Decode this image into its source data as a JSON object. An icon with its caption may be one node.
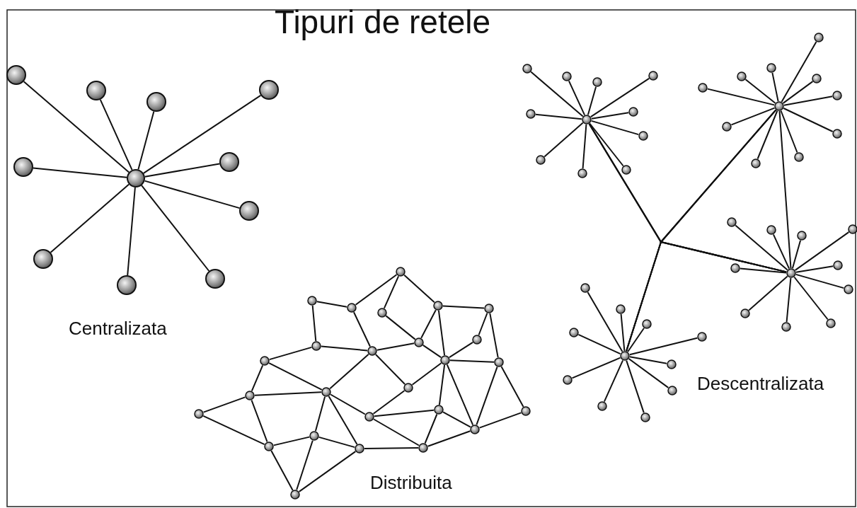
{
  "diagram": {
    "title": "Tipuri de retele",
    "nodes": [
      {
        "text": [],
        "shape": "circle"
      },
      {
        "text": [],
        "shape": "circle"
      },
      {
        "text": [],
        "shape": "circle"
      },
      {
        "text": [],
        "shape": "circle"
      },
      {
        "text": [],
        "shape": "circle"
      },
      {
        "text": [],
        "shape": "circle"
      },
      {
        "text": [],
        "shape": "circle"
      },
      {
        "text": [],
        "shape": "circle"
      },
      {
        "text": [],
        "shape": "circle"
      },
      {
        "text": [],
        "shape": "circle"
      },
      {
        "text": [],
        "shape": "circle"
      },
      {
        "text": [],
        "shape": "circle"
      },
      {
        "text": [],
        "shape": "circle"
      },
      {
        "text": [],
        "shape": "circle"
      },
      {
        "text": [],
        "shape": "circle"
      },
      {
        "text": [],
        "shape": "circle"
      },
      {
        "text": [],
        "shape": "circle"
      },
      {
        "text": [],
        "shape": "circle"
      },
      {
        "text": [],
        "shape": "circle"
      },
      {
        "text": [],
        "shape": "circle"
      },
      {
        "text": [],
        "shape": "circle"
      },
      {
        "text": [],
        "shape": "circle"
      },
      {
        "text": [],
        "shape": "circle"
      },
      {
        "text": [],
        "shape": "circle"
      },
      {
        "text": [],
        "shape": "circle"
      },
      {
        "text": [],
        "shape": "circle"
      },
      {
        "text": [],
        "shape": "circle"
      },
      {
        "text": [],
        "shape": "circle"
      },
      {
        "text": [],
        "shape": "circle"
      },
      {
        "text": [],
        "shape": "circle"
      },
      {
        "text": [],
        "shape": "circle"
      },
      {
        "text": [],
        "shape": "circle"
      },
      {
        "text": [],
        "shape": "circle"
      },
      {
        "text": [],
        "shape": "circle"
      },
      {
        "text": [],
        "shape": "circle"
      },
      {
        "text": [],
        "shape": "circle"
      },
      {
        "text": [],
        "shape": "circle"
      },
      {
        "text": [],
        "shape": "circle"
      },
      {
        "text": [],
        "shape": "circle"
      },
      {
        "text": [],
        "shape": "circle"
      },
      {
        "text": [],
        "shape": "circle"
      },
      {
        "text": [],
        "shape": "circle"
      },
      {
        "text": [],
        "shape": "circle"
      },
      {
        "text": [],
        "shape": "circle"
      },
      {
        "text": [],
        "shape": "circle"
      },
      {
        "text": [],
        "shape": "circle"
      },
      {
        "text": [],
        "shape": "circle"
      },
      {
        "text": [],
        "shape": "circle"
      },
      {
        "text": [],
        "shape": "circle"
      },
      {
        "text": [],
        "shape": "circle"
      },
      {
        "text": [],
        "shape": "circle"
      },
      {
        "text": [],
        "shape": "circle"
      },
      {
        "text": [],
        "shape": "circle"
      },
      {
        "text": [],
        "shape": "circle"
      },
      {
        "text": [],
        "shape": "circle"
      },
      {
        "text": [],
        "shape": "circle"
      },
      {
        "text": [],
        "shape": "circle"
      },
      {
        "text": [],
        "shape": "circle"
      },
      {
        "text": [],
        "shape": "circle"
      },
      {
        "text": [],
        "shape": "circle"
      },
      {
        "text": [],
        "shape": "circle"
      },
      {
        "text": [],
        "shape": "circle"
      },
      {
        "text": [],
        "shape": "circle"
      },
      {
        "text": [],
        "shape": "circle"
      },
      {
        "text": [],
        "shape": "circle"
      },
      {
        "text": [],
        "shape": "circle"
      },
      {
        "text": [],
        "shape": "circle"
      },
      {
        "text": [],
        "shape": "circle"
      },
      {
        "text": [],
        "shape": "circle"
      },
      {
        "text": [],
        "shape": "circle"
      },
      {
        "text": [],
        "shape": "circle"
      },
      {
        "text": [],
        "shape": "circle"
      },
      {
        "text": [],
        "shape": "circle"
      },
      {
        "text": [],
        "shape": "circle"
      },
      {
        "text": [],
        "shape": "circle"
      },
      {
        "text": [],
        "shape": "circle"
      },
      {
        "text": [],
        "shape": "circle"
      },
      {
        "text": [],
        "shape": "circle"
      },
      {
        "text": [],
        "shape": "circle"
      },
      {
        "text": [],
        "shape": "circle"
      },
      {
        "text": [],
        "shape": "circle"
      }
    ],
    "edges": [
      {
        "from": 0,
        "to": 1,
        "arrow": "none"
      },
      {
        "from": 0,
        "to": 2,
        "arrow": "none"
      },
      {
        "from": 0,
        "to": 3,
        "arrow": "none"
      },
      {
        "from": 0,
        "to": 4,
        "arrow": "none"
      },
      {
        "from": 0,
        "to": 5,
        "arrow": "none"
      },
      {
        "from": 0,
        "to": 6,
        "arrow": "none"
      },
      {
        "from": 0,
        "to": 7,
        "arrow": "none"
      },
      {
        "from": 0,
        "to": 8,
        "arrow": "none"
      },
      {
        "from": 0,
        "to": 9,
        "arrow": "none"
      },
      {
        "from": 0,
        "to": 10,
        "arrow": "none"
      },
      {
        "from": 11,
        "to": 13,
        "arrow": "none"
      },
      {
        "from": 11,
        "to": 14,
        "arrow": "none"
      },
      {
        "from": 11,
        "to": 15,
        "arrow": "none"
      },
      {
        "from": 12,
        "to": 13,
        "arrow": "none"
      },
      {
        "from": 12,
        "to": 18,
        "arrow": "none"
      },
      {
        "from": 13,
        "to": 19,
        "arrow": "none"
      },
      {
        "from": 14,
        "to": 20,
        "arrow": "none"
      },
      {
        "from": 15,
        "to": 16,
        "arrow": "none"
      },
      {
        "from": 15,
        "to": 20,
        "arrow": "none"
      },
      {
        "from": 15,
        "to": 22,
        "arrow": "none"
      },
      {
        "from": 16,
        "to": 17,
        "arrow": "none"
      },
      {
        "from": 16,
        "to": 23,
        "arrow": "none"
      },
      {
        "from": 17,
        "to": 22,
        "arrow": "none"
      },
      {
        "from": 18,
        "to": 19,
        "arrow": "none"
      },
      {
        "from": 18,
        "to": 21,
        "arrow": "none"
      },
      {
        "from": 19,
        "to": 20,
        "arrow": "none"
      },
      {
        "from": 19,
        "to": 25,
        "arrow": "none"
      },
      {
        "from": 19,
        "to": 24,
        "arrow": "none"
      },
      {
        "from": 20,
        "to": 22,
        "arrow": "none"
      },
      {
        "from": 21,
        "to": 25,
        "arrow": "none"
      },
      {
        "from": 21,
        "to": 26,
        "arrow": "none"
      },
      {
        "from": 22,
        "to": 23,
        "arrow": "none"
      },
      {
        "from": 22,
        "to": 24,
        "arrow": "none"
      },
      {
        "from": 22,
        "to": 29,
        "arrow": "none"
      },
      {
        "from": 22,
        "to": 32,
        "arrow": "none"
      },
      {
        "from": 23,
        "to": 32,
        "arrow": "none"
      },
      {
        "from": 23,
        "to": 30,
        "arrow": "none"
      },
      {
        "from": 24,
        "to": 28,
        "arrow": "none"
      },
      {
        "from": 25,
        "to": 26,
        "arrow": "none"
      },
      {
        "from": 25,
        "to": 28,
        "arrow": "none"
      },
      {
        "from": 25,
        "to": 31,
        "arrow": "none"
      },
      {
        "from": 25,
        "to": 34,
        "arrow": "none"
      },
      {
        "from": 26,
        "to": 27,
        "arrow": "none"
      },
      {
        "from": 26,
        "to": 33,
        "arrow": "none"
      },
      {
        "from": 27,
        "to": 33,
        "arrow": "none"
      },
      {
        "from": 28,
        "to": 29,
        "arrow": "none"
      },
      {
        "from": 28,
        "to": 35,
        "arrow": "none"
      },
      {
        "from": 29,
        "to": 35,
        "arrow": "none"
      },
      {
        "from": 29,
        "to": 32,
        "arrow": "none"
      },
      {
        "from": 30,
        "to": 32,
        "arrow": "none"
      },
      {
        "from": 31,
        "to": 33,
        "arrow": "none"
      },
      {
        "from": 31,
        "to": 34,
        "arrow": "none"
      },
      {
        "from": 31,
        "to": 36,
        "arrow": "none"
      },
      {
        "from": 33,
        "to": 36,
        "arrow": "none"
      },
      {
        "from": 34,
        "to": 36,
        "arrow": "none"
      },
      {
        "from": 34,
        "to": 35,
        "arrow": "none"
      },
      {
        "from": 35,
        "to": 32,
        "arrow": "none"
      },
      {
        "from": 37,
        "to": 38,
        "arrow": "none"
      },
      {
        "from": 37,
        "to": 39,
        "arrow": "none"
      },
      {
        "from": 37,
        "to": 40,
        "arrow": "none"
      },
      {
        "from": 37,
        "to": 41,
        "arrow": "none"
      },
      {
        "from": 37,
        "to": 42,
        "arrow": "none"
      },
      {
        "from": 37,
        "to": 43,
        "arrow": "none"
      },
      {
        "from": 37,
        "to": 44,
        "arrow": "none"
      },
      {
        "from": 37,
        "to": 45,
        "arrow": "none"
      },
      {
        "from": 37,
        "to": 46,
        "arrow": "none"
      },
      {
        "from": 37,
        "to": 47,
        "arrow": "none"
      },
      {
        "from": 48,
        "to": 49,
        "arrow": "none"
      },
      {
        "from": 48,
        "to": 50,
        "arrow": "none"
      },
      {
        "from": 48,
        "to": 51,
        "arrow": "none"
      },
      {
        "from": 48,
        "to": 52,
        "arrow": "none"
      },
      {
        "from": 48,
        "to": 53,
        "arrow": "none"
      },
      {
        "from": 48,
        "to": 54,
        "arrow": "none"
      },
      {
        "from": 48,
        "to": 55,
        "arrow": "none"
      },
      {
        "from": 48,
        "to": 56,
        "arrow": "none"
      },
      {
        "from": 48,
        "to": 57,
        "arrow": "none"
      },
      {
        "from": 48,
        "to": 58,
        "arrow": "none"
      },
      {
        "from": 59,
        "to": 60,
        "arrow": "none"
      },
      {
        "from": 59,
        "to": 61,
        "arrow": "none"
      },
      {
        "from": 59,
        "to": 62,
        "arrow": "none"
      },
      {
        "from": 59,
        "to": 63,
        "arrow": "none"
      },
      {
        "from": 59,
        "to": 64,
        "arrow": "none"
      },
      {
        "from": 59,
        "to": 65,
        "arrow": "none"
      },
      {
        "from": 59,
        "to": 66,
        "arrow": "none"
      },
      {
        "from": 59,
        "to": 67,
        "arrow": "none"
      },
      {
        "from": 59,
        "to": 68,
        "arrow": "none"
      },
      {
        "from": 59,
        "to": 69,
        "arrow": "none"
      },
      {
        "from": 70,
        "to": 71,
        "arrow": "none"
      },
      {
        "from": 70,
        "to": 72,
        "arrow": "none"
      },
      {
        "from": 70,
        "to": 73,
        "arrow": "none"
      },
      {
        "from": 70,
        "to": 74,
        "arrow": "none"
      },
      {
        "from": 70,
        "to": 75,
        "arrow": "none"
      },
      {
        "from": 70,
        "to": 76,
        "arrow": "none"
      },
      {
        "from": 70,
        "to": 77,
        "arrow": "none"
      },
      {
        "from": 70,
        "to": 78,
        "arrow": "none"
      },
      {
        "from": 70,
        "to": 79,
        "arrow": "none"
      },
      {
        "from": 70,
        "to": 80,
        "arrow": "none"
      },
      {
        "from": 48,
        "to": 59,
        "arrow": "none"
      },
      {
        "from": 37,
        "to": 48,
        "arrow": "none"
      },
      {
        "from": 37,
        "to": 59,
        "arrow": "none"
      },
      {
        "from": 37,
        "to": 70,
        "arrow": "none"
      },
      {
        "from": 48,
        "to": 59,
        "arrow": "none"
      },
      {
        "from": 48,
        "to": 70,
        "arrow": "none"
      },
      {
        "from": 59,
        "to": 70,
        "arrow": "none"
      }
    ],
    "labels": [
      "Centralizata",
      "Distribuita",
      "Descentralizata"
    ]
  }
}
